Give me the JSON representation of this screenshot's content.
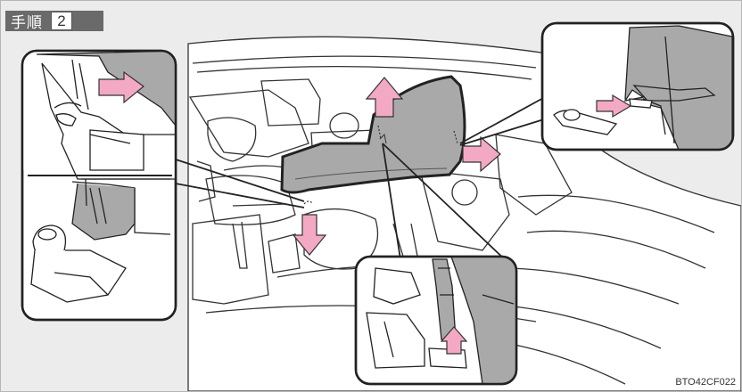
{
  "header": {
    "step_word": "手順",
    "step_number": "2"
  },
  "figure": {
    "code": "BTO42CF022",
    "arrow_color": "#f3a9c4",
    "panel_fill": "#ffffff",
    "line_color": "#333333",
    "shade_color": "#a9a9a9"
  }
}
